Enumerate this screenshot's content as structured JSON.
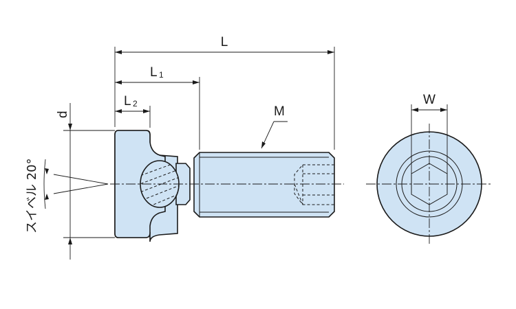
{
  "labels": {
    "L": "L",
    "L1_main": "L",
    "L1_sub": "1",
    "L2_main": "L",
    "L2_sub": "2",
    "M": "M",
    "W": "W",
    "d": "d",
    "swivel": "スイベル 20°"
  },
  "colors": {
    "part_fill": "#cfe3f4",
    "line": "#1a1a1a"
  }
}
